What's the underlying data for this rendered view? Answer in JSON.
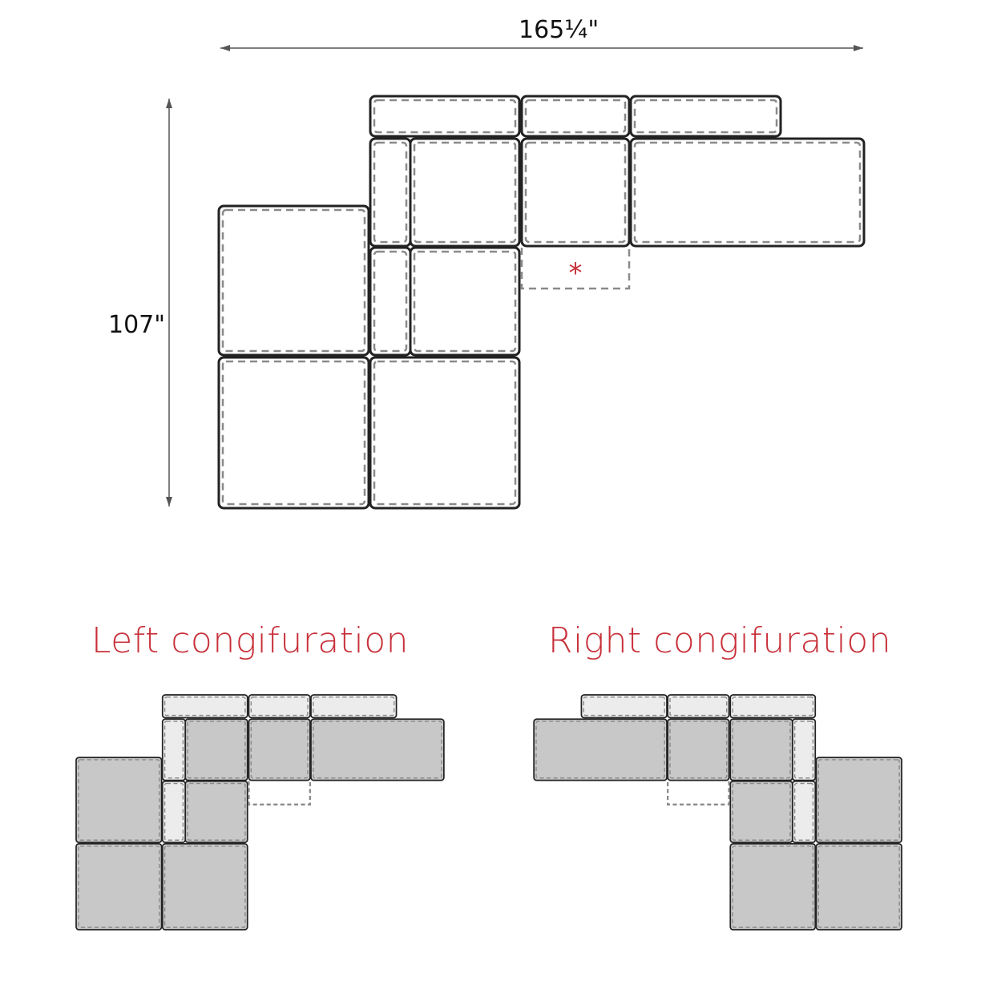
{
  "dimensions": {
    "width_label": "165¼\"",
    "depth_label": "107\""
  },
  "main_diagram": {
    "optional_marker": "*"
  },
  "configurations": [
    {
      "title": "Left congifuration"
    },
    {
      "title": "Right congifuration"
    }
  ],
  "colors": {
    "outline": "#222222",
    "dash": "#8a8a8a",
    "accent": "#c8303a",
    "seat_fill": "#c8c8c8",
    "back_fill": "#ececec"
  }
}
